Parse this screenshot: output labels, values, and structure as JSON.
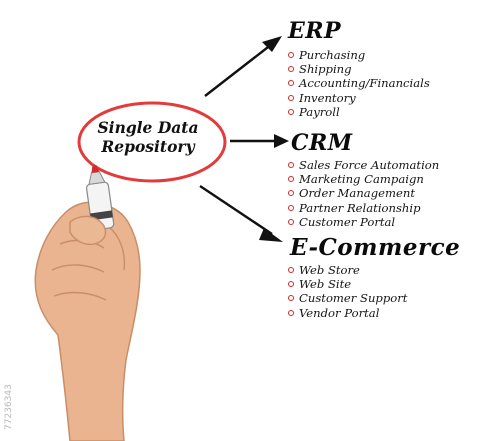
{
  "center": {
    "line1": "Single Data",
    "line2": "Repository"
  },
  "sections": [
    {
      "title": "ERP",
      "items": [
        "Purchasing",
        "Shipping",
        "Accounting/Financials",
        "Inventory",
        "Payroll"
      ]
    },
    {
      "title": "CRM",
      "items": [
        "Sales Force Automation",
        "Marketing Campaign",
        "Order Management",
        "Partner Relationship",
        "Customer Portal"
      ]
    },
    {
      "title": "E-Commerce",
      "items": [
        "Web Store",
        "Web Site",
        "Customer Support",
        "Vendor Portal"
      ]
    }
  ],
  "watermark_id": "77236343",
  "colors": {
    "ellipse": "#e23b3b",
    "bullet": "#d62828",
    "ink": "#111111",
    "skin": "#e9b48f",
    "marker_cap": "#d42a2a"
  }
}
